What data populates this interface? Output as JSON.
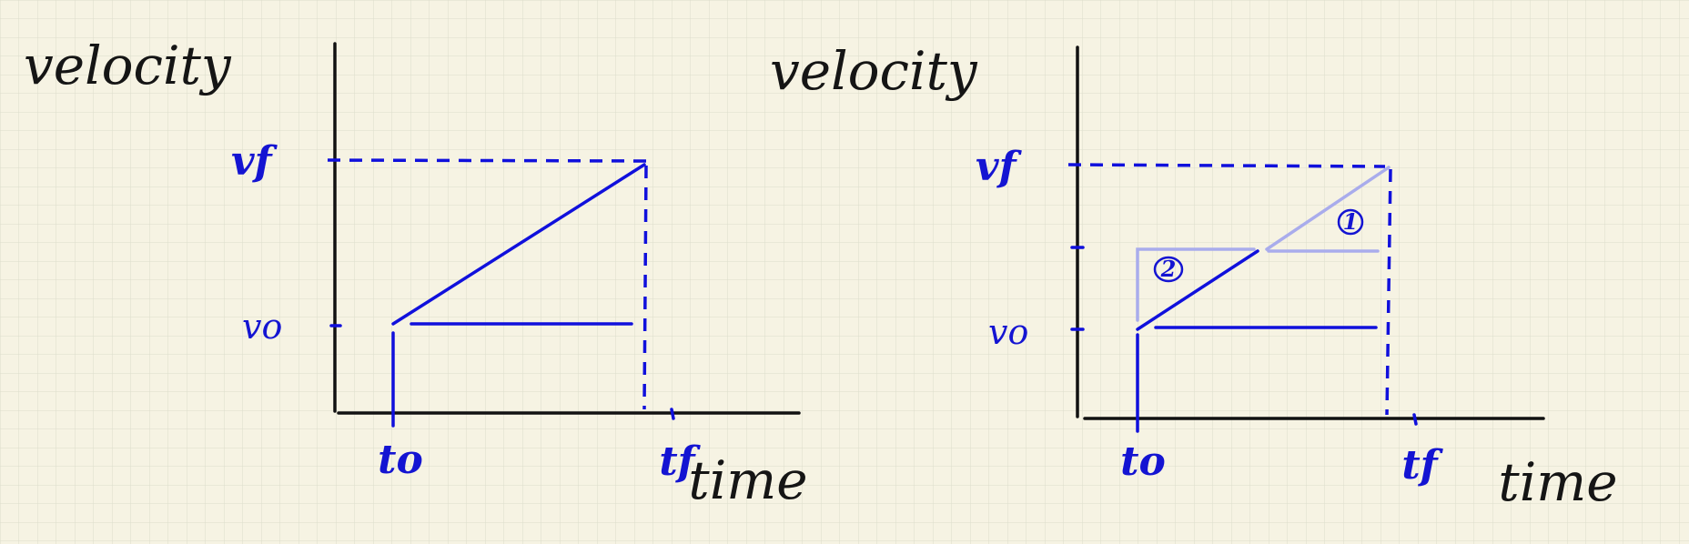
{
  "left_graph": {
    "y_axis_label": "velocity",
    "x_axis_label": "time",
    "v_final_label": "vf",
    "v_initial_label": "vo",
    "t_initial_label": "to",
    "t_final_label": "tf"
  },
  "right_graph": {
    "y_axis_label": "velocity",
    "x_axis_label": "time",
    "v_final_label": "vf",
    "v_initial_label": "vo",
    "t_initial_label": "to",
    "t_final_label": "tf",
    "region_1_label": "1",
    "region_2_label": "2"
  },
  "colors": {
    "background": "#f6f3e3",
    "grid": "#dcdccb",
    "ink_black": "#111111",
    "ink_blue": "#1010dc",
    "ink_light_blue": "#a9acec"
  }
}
